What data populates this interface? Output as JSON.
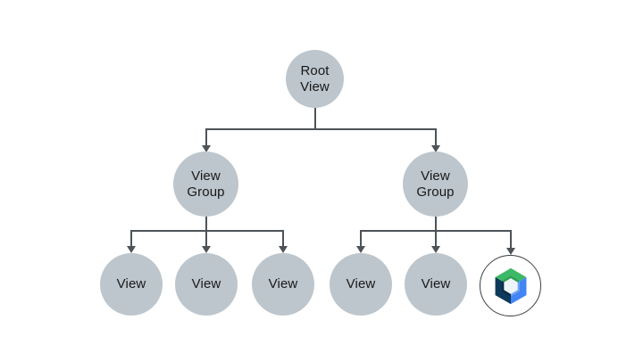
{
  "diagram": {
    "description": "View hierarchy tree",
    "background": "#ffffff",
    "node_fill": "#bdc6cc",
    "connector_color": "#4d5358",
    "text_color": "#17191b",
    "nodes": {
      "root": "Root\nView",
      "group_left": "View\nGroup",
      "group_right": "View\nGroup",
      "view_left_1": "View",
      "view_left_2": "View",
      "view_left_3": "View",
      "view_right_1": "View",
      "view_right_2": "View"
    },
    "tree": {
      "root": "Root View",
      "children": [
        {
          "label": "View Group",
          "children": [
            "View",
            "View",
            "View"
          ]
        },
        {
          "label": "View Group",
          "children": [
            "View",
            "View",
            "jetpack-compose-logo"
          ]
        }
      ]
    },
    "compose_icon": {
      "name": "jetpack-compose-logo",
      "ring_border": "#3a3f44",
      "colors": {
        "green_face": "#3cb866",
        "green_inner": "#2f9e53",
        "blue_face": "#4285f4",
        "blue_inner": "#6aa2f7",
        "navy_face": "#0d3a5c",
        "navy_inner": "#092b44",
        "center": "#edf5fb"
      }
    }
  }
}
